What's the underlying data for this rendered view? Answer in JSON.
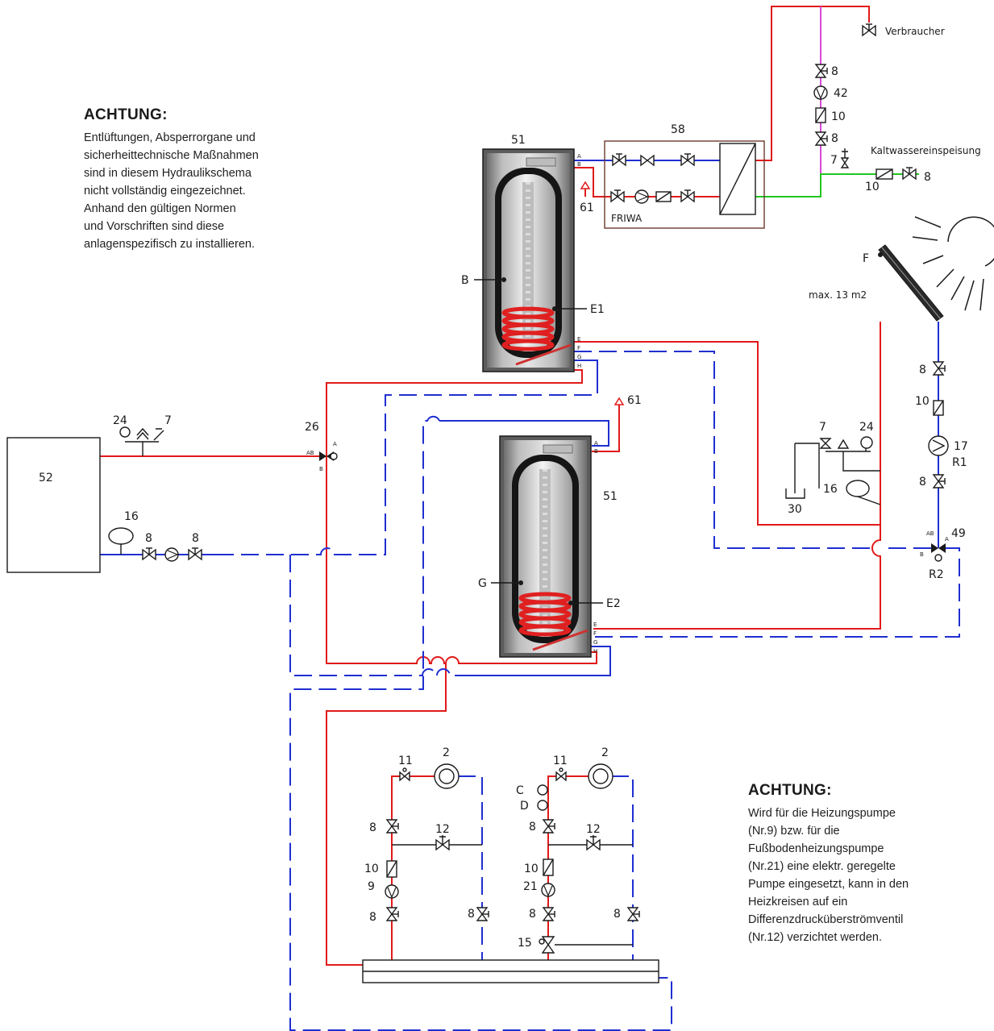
{
  "notes": {
    "top": {
      "title": "ACHTUNG:",
      "lines": [
        "Entlüftungen, Absperrorgane und",
        "sicherheittechnische Maßnahmen",
        "sind in diesem Hydraulikschema",
        "nicht vollständig eingezeichnet.",
        "Anhand den gültigen Normen",
        "und Vorschriften sind diese",
        "anlagenspezifisch zu installieren."
      ]
    },
    "bottom": {
      "title": "ACHTUNG:",
      "lines": [
        "Wird für die Heizungspumpe",
        "(Nr.9) bzw. für die",
        "Fußbodenheizungspumpe",
        "(Nr.21) eine elektr. geregelte",
        "Pumpe eingesetzt, kann in den",
        "Heizkreisen auf ein",
        "Differenzdrucküberströmventil",
        "(Nr.12) verzichtet werden."
      ]
    }
  },
  "labels": {
    "boiler": "52",
    "tank_top": "51",
    "tank_bottom": "51",
    "module": "58",
    "friwa": "FRIWA",
    "verbraucher": "Verbraucher",
    "kaltwasser": "Kaltwassereinspeisung",
    "collector": "F",
    "collector_area": "max. 13 m2",
    "b": "B",
    "e1": "E1",
    "g": "G",
    "e2": "E2",
    "n61a": "61",
    "n61b": "61",
    "n58_8a": "8",
    "n42": "42",
    "n58_10": "10",
    "n58_8b": "8",
    "n7_dhw": "7",
    "n10_kw": "10",
    "n8_kw": "8",
    "boiler_24": "24",
    "boiler_7": "7",
    "n26": "26",
    "n16_boiler": "16",
    "n8_boiler_a": "8",
    "n8_boiler_b": "8",
    "sol_8a": "8",
    "sol_10": "10",
    "sol_17": "17",
    "sol_r1": "R1",
    "sol_8b": "8",
    "sol_49": "49",
    "sol_r2": "R2",
    "sol_7": "7",
    "sol_24": "24",
    "sol_16": "16",
    "sol_30": "30",
    "hk1_11": "11",
    "hk1_2": "2",
    "hk1_8a": "8",
    "hk1_12": "12",
    "hk1_10": "10",
    "hk1_9": "9",
    "hk1_8b": "8",
    "hk1_8c": "8",
    "hk2_11": "11",
    "hk2_2": "2",
    "hk2_c": "C",
    "hk2_d": "D",
    "hk2_8a": "8",
    "hk2_12": "12",
    "hk2_10": "10",
    "hk2_21": "21",
    "hk2_8b": "8",
    "hk2_8c": "8",
    "hk2_15": "15",
    "port_a": "A",
    "port_b": "B",
    "port_ab": "AB",
    "port_e": "E",
    "port_f": "F",
    "port_g": "G",
    "port_h": "H"
  },
  "colors": {
    "flow_red": "#e11a1a",
    "return_blue": "#1f2fd0",
    "cold_green": "#21c521",
    "circulation_magenta": "#d64ad6"
  }
}
